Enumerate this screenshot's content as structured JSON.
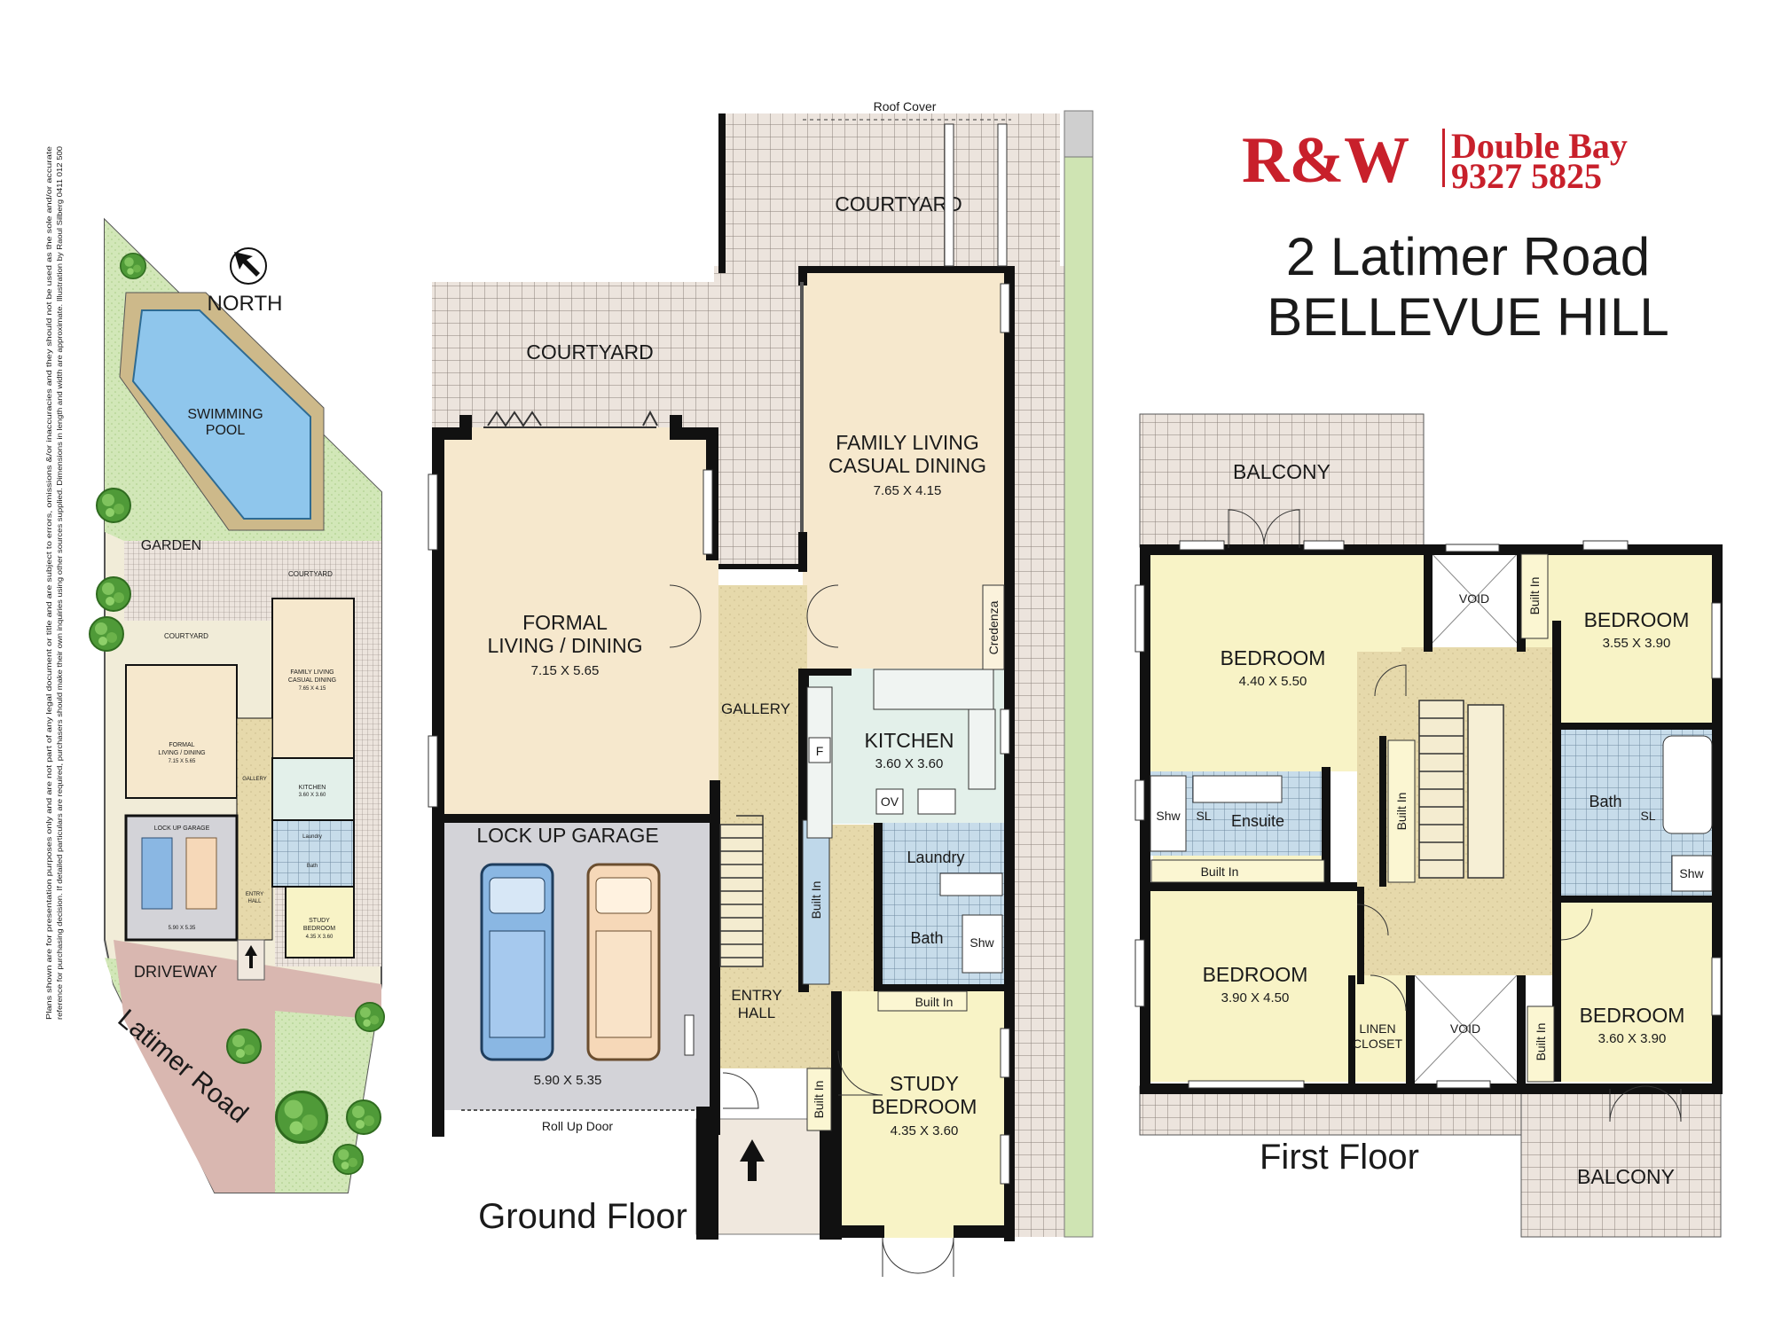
{
  "colors": {
    "brand_red": "#c8202b",
    "living_fill": "#f6e8cd",
    "bedroom_fill": "#f8f3c6",
    "wet_area_fill": "#bfd8ea",
    "kitchen_fill": "#e3f0ea",
    "garage_fill": "#d3d3d8",
    "circulation_fill": "#e4d7a8",
    "courtyard_tile": "#e9e1da",
    "garden_fill": "#cfe5b5",
    "pool_fill": "#8fc6ec",
    "driveway_fill": "#d9b7b0"
  },
  "brand": {
    "logo": "R&W",
    "office": "Double Bay",
    "phone": "9327 5825"
  },
  "address": {
    "street": "2  Latimer Road",
    "suburb": "BELLEVUE HILL"
  },
  "disclaimer": {
    "line1": "Plans shown are for presentation purposes only and are not part of any legal document or title and are subject to errors, omissions &/or inaccuracies and they should not be used as the sole and/or accurate",
    "line2": "reference for purchasing decision. If detailed particulars are required, purchasers should make their own inquiries using other sources supplied. Dimensions in length and width are approximate. Illustration by Raoul Silberg 0411 012 500"
  },
  "site_plan": {
    "north": "NORTH",
    "road": "Latimer Road",
    "pool": [
      "SWIMMING",
      "POOL"
    ],
    "garden": "GARDEN",
    "driveway": "DRIVEWAY",
    "courtyard_1": "COURTYARD",
    "courtyard_2": "COURTYARD",
    "family": [
      "FAMILY LIVING",
      "CASUAL DINING",
      "7.65 X 4.15"
    ],
    "formal": [
      "FORMAL",
      "LIVING / DINING",
      "7.15 X 5.65"
    ],
    "garage": "LOCK UP GARAGE",
    "garage_dim": "5.90 X 5.35",
    "gallery": "GALLERY",
    "kitchen": [
      "KITCHEN",
      "3.60 X 3.60"
    ],
    "laundry": "Laundry",
    "bath": "Bath",
    "entry": [
      "ENTRY",
      "HALL"
    ],
    "study": [
      "STUDY",
      "BEDROOM",
      "4.35 X 3.60"
    ]
  },
  "ground_floor": {
    "title": "Ground Floor",
    "roof_cover": "Roof Cover",
    "courtyard_top": "COURTYARD",
    "courtyard_left": "COURTYARD",
    "family": {
      "line1": "FAMILY LIVING",
      "line2": "CASUAL DINING",
      "dim": "7.65 X 4.15"
    },
    "formal": {
      "line1": "FORMAL",
      "line2": "LIVING / DINING",
      "dim": "7.15 X 5.65"
    },
    "credenza": "Credenza",
    "gallery": "GALLERY",
    "kitchen": {
      "name": "KITCHEN",
      "dim": "3.60 X 3.60"
    },
    "fridge": "F",
    "oven": "OV",
    "garage": {
      "name": "LOCK UP GARAGE",
      "dim": "5.90 X 5.35"
    },
    "roll_up": "Roll Up Door",
    "laundry": "Laundry",
    "bath": "Bath",
    "shower": "Shw",
    "built_in_gallery": "Built In",
    "built_in_study_top": "Built In",
    "built_in_study_side": "Built In",
    "entry": {
      "line1": "ENTRY",
      "line2": "HALL"
    },
    "study": {
      "line1": "STUDY",
      "line2": "BEDROOM",
      "dim": "4.35 X 3.60"
    }
  },
  "first_floor": {
    "title": "First Floor",
    "balcony_top": "BALCONY",
    "balcony_bottom": "BALCONY",
    "void_top": "VOID",
    "void_bottom": "VOID",
    "bed1": {
      "name": "BEDROOM",
      "dim": "4.40 X 5.50"
    },
    "bed2": {
      "name": "BEDROOM",
      "dim": "3.55 X 3.90"
    },
    "bed3": {
      "name": "BEDROOM",
      "dim": "3.90 X 4.50"
    },
    "bed4": {
      "name": "BEDROOM",
      "dim": "3.60 X 3.90"
    },
    "ensuite": "Ensuite",
    "ensuite_shower": "Shw",
    "ensuite_sl": "SL",
    "bath": "Bath",
    "bath_shower": "Shw",
    "bath_sl": "SL",
    "linen": {
      "line1": "LINEN",
      "line2": "CLOSET"
    },
    "built_in_bed2": "Built In",
    "built_in_stair": "Built In",
    "built_in_corridor": "Built In",
    "built_in_bed4": "Built In"
  }
}
